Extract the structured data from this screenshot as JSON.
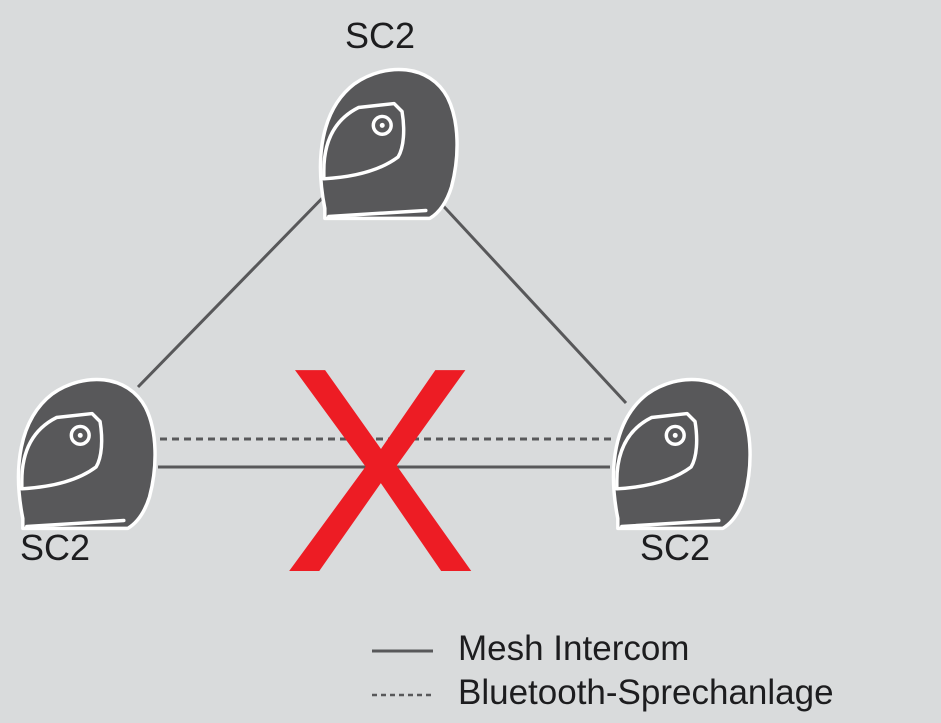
{
  "nodes": [
    {
      "id": "top",
      "label": "SC2"
    },
    {
      "id": "left",
      "label": "SC2"
    },
    {
      "id": "right",
      "label": "SC2"
    }
  ],
  "connections": [
    {
      "from": "top",
      "to": "left",
      "type": "mesh"
    },
    {
      "from": "top",
      "to": "right",
      "type": "mesh"
    },
    {
      "from": "left",
      "to": "right",
      "type": "mesh",
      "blocked": true
    },
    {
      "from": "left",
      "to": "right",
      "type": "bluetooth",
      "blocked": true
    }
  ],
  "blocked_marker": "X",
  "legend": {
    "mesh": "Mesh Intercom",
    "bluetooth": "Bluetooth-Sprechanlage"
  },
  "icons": {
    "node": "helmet-icon",
    "blocked": "cross-mark-icon"
  },
  "colors": {
    "background": "#d9dbdc",
    "helmet": "#58585a",
    "line": "#58585a",
    "cross": "#ed1c24"
  }
}
